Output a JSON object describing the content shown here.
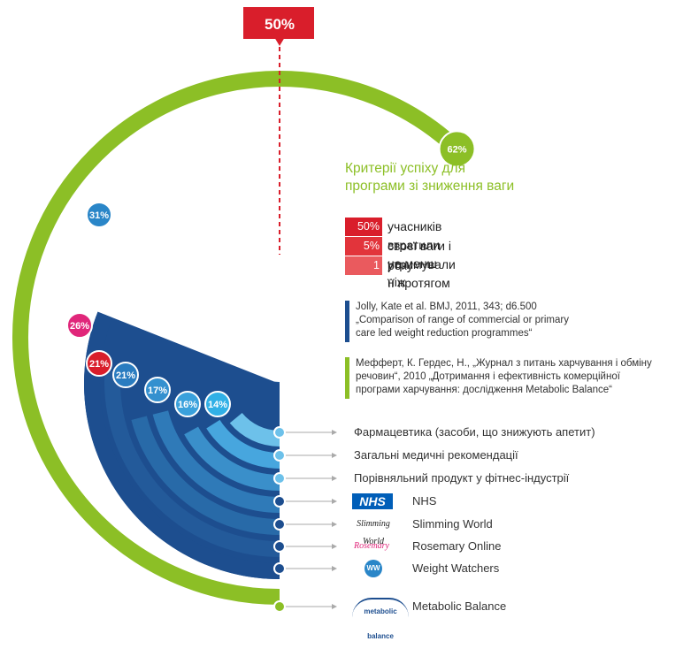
{
  "chart_data": {
    "type": "radial-bar",
    "title": "",
    "marker": {
      "label": "50%",
      "value": 50
    },
    "max_value": 100,
    "series": [
      {
        "name": "Metabolic Balance",
        "value": 62,
        "label": "62%",
        "color": "#8cbf26",
        "badge_color": "#8cbf26"
      },
      {
        "name": "Weight Watchers",
        "value": 31,
        "label": "31%",
        "color": "#1d4e8f",
        "badge_color": "#2a86c8"
      },
      {
        "name": "Rosemary Online",
        "value": 26,
        "label": "26%",
        "color": "#235a9a",
        "badge_color": "#e0267a"
      },
      {
        "name": "Slimming World",
        "value": 21,
        "label": "21%",
        "color": "#286aa8",
        "badge_color": "#d91e2b"
      },
      {
        "name": "NHS",
        "value": 21,
        "label": "21%",
        "color": "#2f7ab8",
        "badge_color": "#2a7cc0"
      },
      {
        "name": "Порівняльний продукт у фітнес-індустрії",
        "value": 17,
        "label": "17%",
        "color": "#3a8fca",
        "badge_color": "#3490cf"
      },
      {
        "name": "Загальні медичні рекомендації",
        "value": 16,
        "label": "16%",
        "color": "#47a6de",
        "badge_color": "#3aa1dc"
      },
      {
        "name": "Фармацевтика (засоби, що знижують апетит)",
        "value": 14,
        "label": "14%",
        "color": "#6dc1ea",
        "badge_color": "#30b0e6"
      }
    ]
  },
  "criteria": {
    "title_line1": "Критерії успіху для",
    "title_line2": "програми зі зниження ваги",
    "rows": [
      {
        "pct": "50%",
        "text": "учасників втратили не менш ніж",
        "color": "#d91e2b"
      },
      {
        "pct": "5%",
        "text": "своєї ваги і утримували її протягом",
        "color": "#e2343b"
      },
      {
        "pct": "1",
        "text": "року",
        "color": "#ea5a5e"
      }
    ]
  },
  "sources": [
    {
      "color": "#1d4e8f",
      "lines": [
        "Jolly, Kate et al. BMJ, 2011, 343; d6.500",
        "„Comparison of range of commercial or primary",
        "care led weight reduction programmes“"
      ]
    },
    {
      "color": "#8cbf26",
      "lines": [
        "Мефферт, К. Гердес, Н., „Журнал з питань харчування і обміну",
        "речовин“, 2010 „Дотримання і ефективність комерційної",
        "програми харчування: дослідження Metabolic Balance“"
      ]
    }
  ],
  "legend": [
    {
      "label": "Фармацевтика (засоби, що знижують апетит)",
      "logo": ""
    },
    {
      "label": "Загальні медичні рекомендації",
      "logo": ""
    },
    {
      "label": "Порівняльний продукт у фітнес-індустрії",
      "logo": ""
    },
    {
      "label": "NHS",
      "logo": "nhs-logo",
      "logo_text": "NHS"
    },
    {
      "label": "Slimming World",
      "logo": "slimming-world-logo",
      "logo_text": "Slimming World"
    },
    {
      "label": "Rosemary Online",
      "logo": "rosemary-logo",
      "logo_text": "Rosemary"
    },
    {
      "label": "Weight Watchers",
      "logo": "weight-watchers-logo",
      "logo_text": "WW"
    },
    {
      "label": "Metabolic Balance",
      "logo": "metabolic-balance-logo",
      "logo_text": "metabolic balance"
    }
  ]
}
